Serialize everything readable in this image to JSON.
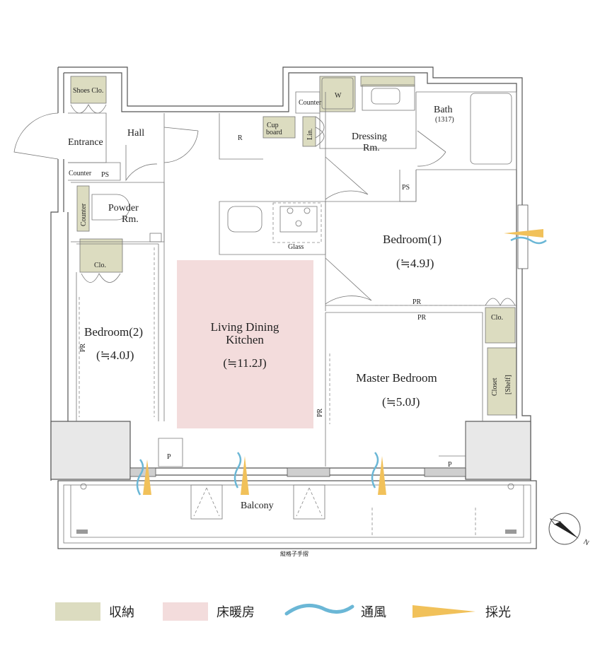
{
  "rooms": {
    "shoes_clo": "Shoes Clo.",
    "entrance": "Entrance",
    "hall": "Hall",
    "counter_entrance": "Counter",
    "ps_entrance": "PS",
    "counter_powder": "Counter",
    "powder_line1": "Powder",
    "powder_line2": "Rm.",
    "clo_bed2": "Clo.",
    "bedroom2_name": "Bedroom(2)",
    "bedroom2_size": "(≒4.0J)",
    "pr_bed2": "PR",
    "ldk_line1": "Living Dining",
    "ldk_line2": "Kitchen",
    "ldk_size": "(≒11.2J)",
    "fridge": "R",
    "cupboard_line1": "Cup",
    "cupboard_line2": "board",
    "glass": "Glass",
    "counter_dressing": "Counter",
    "washer": "W",
    "linen": "Lin.",
    "dressing_line1": "Dressing",
    "dressing_line2": "Rm.",
    "bath_name": "Bath",
    "bath_size": "(1317)",
    "ps_bath": "PS",
    "bedroom1_name": "Bedroom(1)",
    "bedroom1_size": "(≒4.9J)",
    "pr_bed1": "PR",
    "pr_master": "PR",
    "clo_master": "Clo.",
    "closet": "Closet",
    "shelf": "[Shelf]",
    "master_name": "Master Bedroom",
    "master_size": "(≒5.0J)",
    "pr_ldk": "PR",
    "p_left": "P",
    "p_right": "P",
    "balcony": "Balcony",
    "railing": "縦格子手摺"
  },
  "compass": {
    "north": "N"
  },
  "legend": {
    "storage": {
      "label": "収納",
      "color": "#dcdcc0"
    },
    "floor_heating": {
      "label": "床暖房",
      "color": "#f3dcdc"
    },
    "ventilation": {
      "label": "通風",
      "color": "#6bb7d6"
    },
    "daylight": {
      "label": "採光",
      "color": "#f1c15a"
    }
  }
}
